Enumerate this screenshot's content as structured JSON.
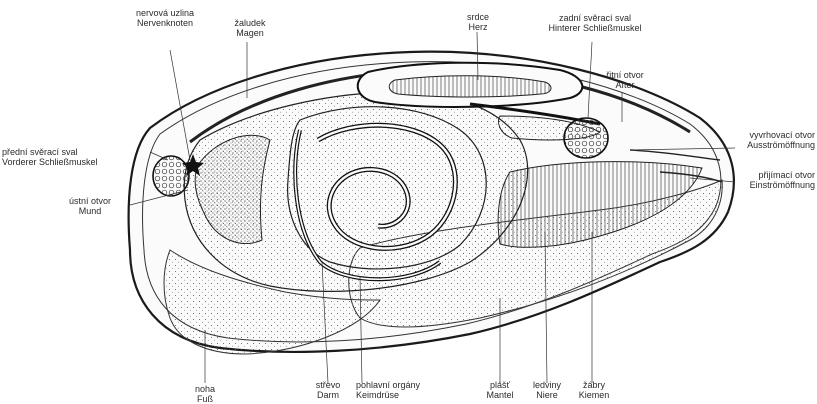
{
  "labels": {
    "nerve_ganglion": {
      "cz": "nervová uzlina",
      "de": "Nervenknoten"
    },
    "stomach": {
      "cz": "žaludek",
      "de": "Magen"
    },
    "heart": {
      "cz": "srdce",
      "de": "Herz"
    },
    "posterior_adductor": {
      "cz": "zadní svěrací sval",
      "de": "Hinterer Schließmuskel"
    },
    "anus": {
      "cz": "řitní otvor",
      "de": "After"
    },
    "anterior_adductor": {
      "cz": "přední svěrací sval",
      "de": "Vorderer Schließmuskel"
    },
    "mouth": {
      "cz": "ústní otvor",
      "de": "Mund"
    },
    "excurrent_opening": {
      "cz": "vyvrhovací otvor",
      "de": "Ausströmöffnung"
    },
    "incurrent_opening": {
      "cz": "přijímací otvor",
      "de": "Einströmöffnung"
    },
    "foot": {
      "cz": "noha",
      "de": "Fuß"
    },
    "intestine": {
      "cz": "střevo",
      "de": "Darm"
    },
    "gonads": {
      "cz": "pohlavní orgány",
      "de": "Keimdrüse"
    },
    "mantle": {
      "cz": "plášť",
      "de": "Mantel"
    },
    "kidney": {
      "cz": "ledviny",
      "de": "Niere"
    },
    "gills": {
      "cz": "žábry",
      "de": "Kiemen"
    }
  }
}
